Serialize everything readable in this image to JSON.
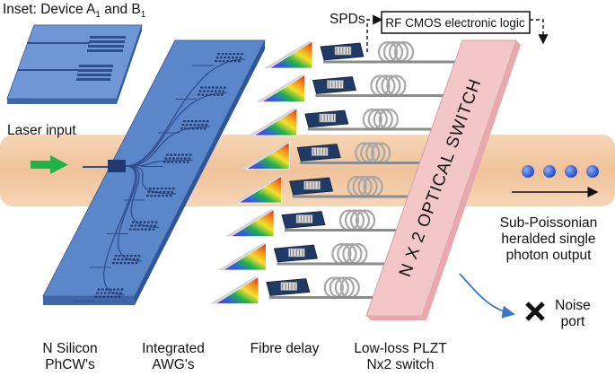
{
  "inset": {
    "label": "Inset: Device A",
    "sub_a": "1",
    "and": " and B",
    "sub_b": "1"
  },
  "labels": {
    "spds": "SPDs",
    "logic": "RF CMOS electronic logic",
    "laser_input": "Laser input",
    "switch": "N X 2 OPTICAL SWITCH",
    "output_line1": "Sub-Poissonian",
    "output_line2": "heralded single",
    "output_line3": "photon output",
    "noise_line1": "Noise",
    "noise_line2": "port"
  },
  "bottom_labels": [
    {
      "line1": "N Silicon",
      "line2": "PhCW's"
    },
    {
      "line1": "Integrated",
      "line2": "AWG's"
    },
    {
      "line1": "Fibre delay",
      "line2": ""
    },
    {
      "line1": "Low-loss PLZT",
      "line2": "Nx2 switch"
    }
  ],
  "colors": {
    "chip_blue": "#5b86c9",
    "beam": "#f2c9a3",
    "switch_pink": "#f3c6c8",
    "arrow_green": "#22b24c",
    "photon_blue": "#2a56c6",
    "detector_navy": "#1f3a64",
    "fibre_gray": "#a8a8a8"
  },
  "photons": {
    "count": 4
  },
  "channels": {
    "count": 8
  }
}
